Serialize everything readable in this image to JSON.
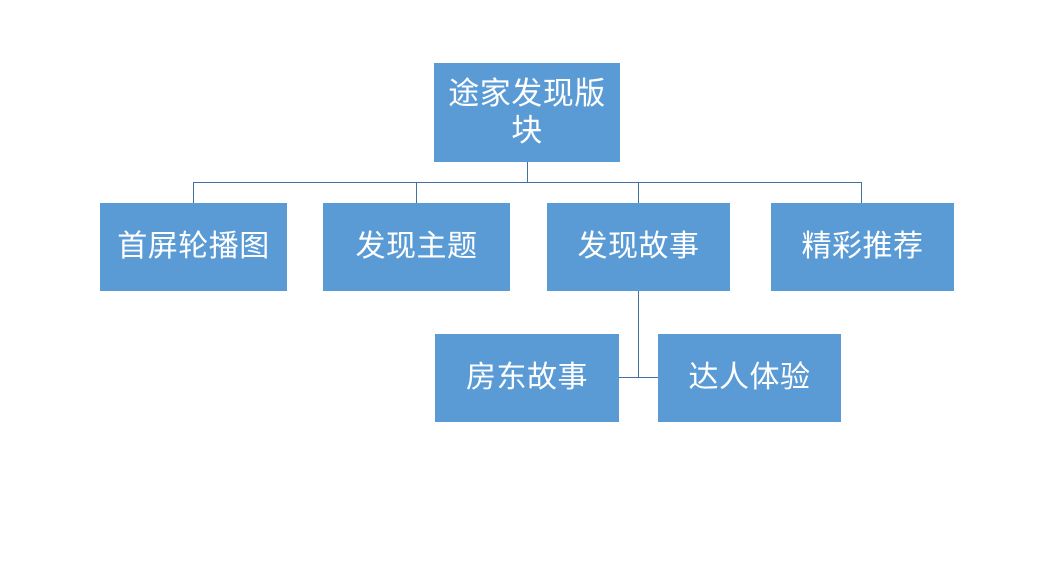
{
  "diagram": {
    "type": "hierarchy-org-chart",
    "title": "途家发现版块",
    "theme": {
      "node_fill": "#5B9BD5",
      "node_text_color": "#FFFFFF",
      "connector_color": "#41719C",
      "background": "#FFFFFF"
    },
    "root": {
      "label": "途家发现版块",
      "level": 1
    },
    "level2": [
      {
        "label": "首屏轮播图"
      },
      {
        "label": "发现主题"
      },
      {
        "label": "发现故事"
      },
      {
        "label": "精彩推荐"
      }
    ],
    "level3": [
      {
        "label": "房东故事",
        "parent": "发现故事"
      },
      {
        "label": "达人体验",
        "parent": "发现故事"
      }
    ]
  }
}
